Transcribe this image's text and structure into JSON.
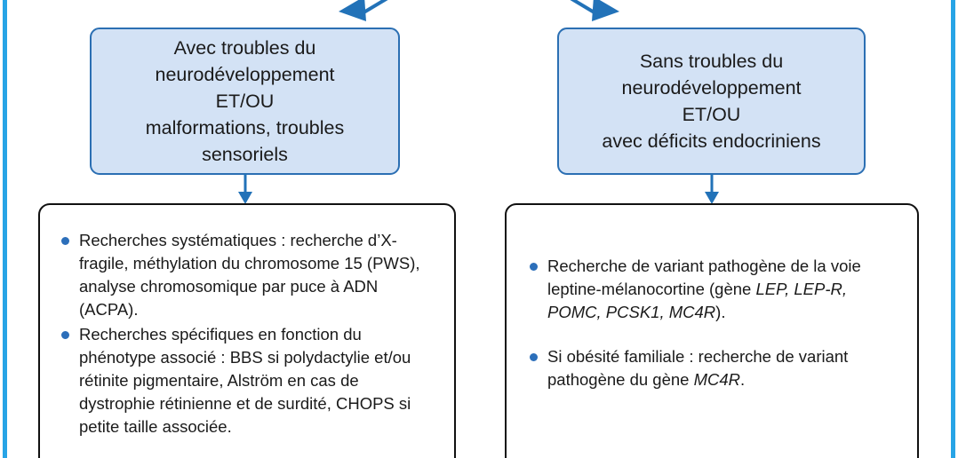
{
  "colors": {
    "frame_rule": "#27a4e6",
    "condition_box_fill": "#d3e2f5",
    "condition_box_border": "#2b6fb3",
    "action_box_border": "#111111",
    "bullet": "#2c6fba",
    "arrow": "#2272b8",
    "text": "#1a1a1a"
  },
  "conditions": {
    "left": {
      "text": "Avec troubles du\nneurodéveloppement\nET/OU\nmalformations, troubles\nsensoriels"
    },
    "right": {
      "text": "Sans troubles du\nneurodéveloppement\nET/OU\navec déficits endocriniens"
    }
  },
  "actions": {
    "left": {
      "bullets": [
        {
          "parts": [
            {
              "text": "Recherches systématiques : recherche d’X-fragile, méthylation du chromosome 15 (PWS), analyse chromosomique par puce à ADN (ACPA).",
              "italic": false
            }
          ]
        },
        {
          "parts": [
            {
              "text": "Recherches spécifiques en fonction du phénotype associé : BBS si polydactylie et/ou rétinite pigmentaire, Alström en cas de dystrophie rétinienne et de surdité, CHOPS si petite taille associée.",
              "italic": false
            }
          ]
        }
      ]
    },
    "right": {
      "bullets": [
        {
          "parts": [
            {
              "text": "Recherche de variant pathogène de la voie leptine-mélanocortine (gène ",
              "italic": false
            },
            {
              "text": "LEP, LEP-R, POMC, PCSK1, MC4R",
              "italic": true
            },
            {
              "text": ").",
              "italic": false
            }
          ]
        },
        {
          "parts": [
            {
              "text": "Si obésité familiale : recherche de variant pathogène du gène ",
              "italic": false
            },
            {
              "text": "MC4R",
              "italic": true
            },
            {
              "text": ".",
              "italic": false
            }
          ]
        }
      ]
    }
  },
  "arrows": {
    "incoming_left": "diagonal-arrow-down-left",
    "incoming_right": "diagonal-arrow-down-right",
    "left_to_action": "arrow-down",
    "right_to_action": "arrow-down"
  }
}
